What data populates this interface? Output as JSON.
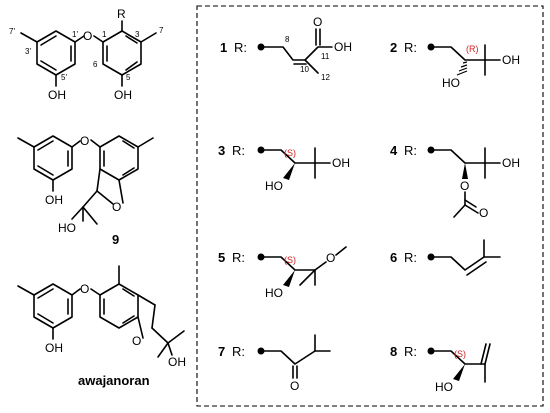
{
  "left_panel": {
    "core": {
      "substituent": "R",
      "atoms": [
        "O",
        "OH",
        "OH"
      ],
      "locants": [
        "7'",
        "3'",
        "1'",
        "1",
        "3",
        "7",
        "6",
        "5'",
        "5"
      ]
    },
    "compound_9": {
      "label": "9",
      "atoms": [
        "O",
        "O",
        "OH",
        "HO"
      ]
    },
    "awajanoran": {
      "label": "awajanoran",
      "atoms": [
        "O",
        "O",
        "OH",
        "OH"
      ]
    }
  },
  "r_groups": {
    "r_label": "R:",
    "items": [
      {
        "id": "1",
        "atoms": [
          "O",
          "OH"
        ],
        "locants": [
          "8",
          "11",
          "10",
          "12"
        ],
        "stereo": ""
      },
      {
        "id": "2",
        "atoms": [
          "HO",
          "OH"
        ],
        "locants": [],
        "stereo": "(R)"
      },
      {
        "id": "3",
        "atoms": [
          "HO",
          "OH"
        ],
        "locants": [],
        "stereo": "(S)"
      },
      {
        "id": "4",
        "atoms": [
          "O",
          "O",
          "OH"
        ],
        "locants": [],
        "stereo": ""
      },
      {
        "id": "5",
        "atoms": [
          "HO",
          "O"
        ],
        "locants": [],
        "stereo": "(S)"
      },
      {
        "id": "6",
        "atoms": [],
        "locants": [],
        "stereo": ""
      },
      {
        "id": "7",
        "atoms": [
          "O"
        ],
        "locants": [],
        "stereo": ""
      },
      {
        "id": "8",
        "atoms": [
          "HO"
        ],
        "locants": [],
        "stereo": "(S)"
      }
    ]
  }
}
